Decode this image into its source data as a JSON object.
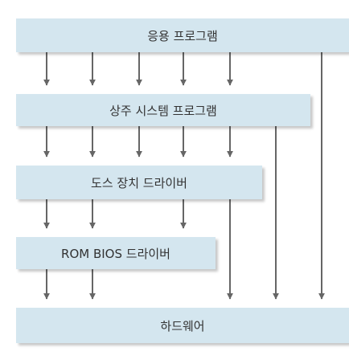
{
  "layers": [
    {
      "label": "응용 프로그램"
    },
    {
      "label": "상주 시스템 프로그램"
    },
    {
      "label": "도스 장치 드라이버"
    },
    {
      "label": "ROM BIOS 드라이버"
    },
    {
      "label": "하드웨어"
    }
  ],
  "colors": {
    "box_fill": "#d4e6ef",
    "arrow": "#666666",
    "text": "#333333"
  }
}
